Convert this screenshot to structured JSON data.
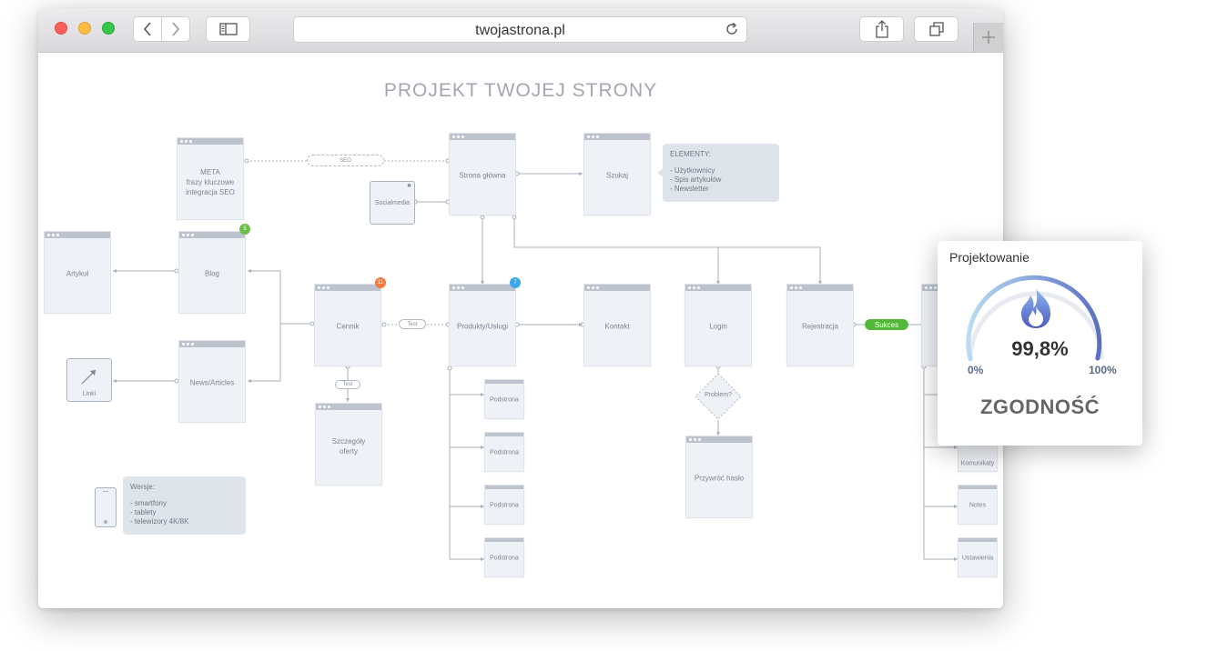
{
  "browser": {
    "url": "twojastrona.pl",
    "icons": [
      "back-icon",
      "forward-icon",
      "sidebar-icon",
      "reload-icon",
      "share-icon",
      "tabs-icon",
      "plus-icon"
    ]
  },
  "diagram": {
    "title": "PROJEKT TWOJEJ STRONY",
    "pages": {
      "meta": "META\nfrazy kluczowe\nintegracja SEO",
      "strona_glowna": "Strona główna",
      "szukaj": "Szukaj",
      "artykul": "Artykuł",
      "blog": "Blog",
      "news": "News/Articles",
      "cennik": "Cennik",
      "produkty": "Produkty/Usługi",
      "kontakt": "Kontakt",
      "login": "Login",
      "rejestracja": "Rejestracja",
      "szczegoly": "Szczegóły\noferty",
      "przywroc": "Przywróć hasło",
      "podstrona_1": "Podstrona",
      "podstrona_2": "Podstrona",
      "podstrona_3": "Podstrona",
      "podstrona_4": "Podstrona",
      "komunikaty": "Komunikaty",
      "notes": "Notes",
      "ustawienia": "Ustawienia"
    },
    "socialmedia": "Socialmedia",
    "linki": "Linki",
    "seo_pill": "SEO",
    "test_pill_1": "Test",
    "test_pill_2": "Test",
    "problem": "Problem?",
    "sukces": "Sukces",
    "elementy": {
      "title": "ELEMENTY:",
      "items": [
        "- Użytkownicy",
        "- Spis artykułów",
        "- Newsletter"
      ]
    },
    "wersje": {
      "title": "Wersje:",
      "items": [
        "- smartfony",
        "- tablety",
        "- telewizory 4K/8K"
      ]
    },
    "badges": {
      "blog": "5",
      "cennik": "11",
      "produkty": "7"
    },
    "colors": {
      "badge_green": "#6cc04a",
      "badge_orange": "#f57a3d",
      "badge_blue": "#3aa7e8",
      "sukces": "#52b83a"
    }
  },
  "card": {
    "title": "Projektowanie",
    "value": "99,8%",
    "min": "0%",
    "max": "100%",
    "label": "ZGODNOŚĆ",
    "progress": 0.998,
    "icon": "flame-icon"
  }
}
